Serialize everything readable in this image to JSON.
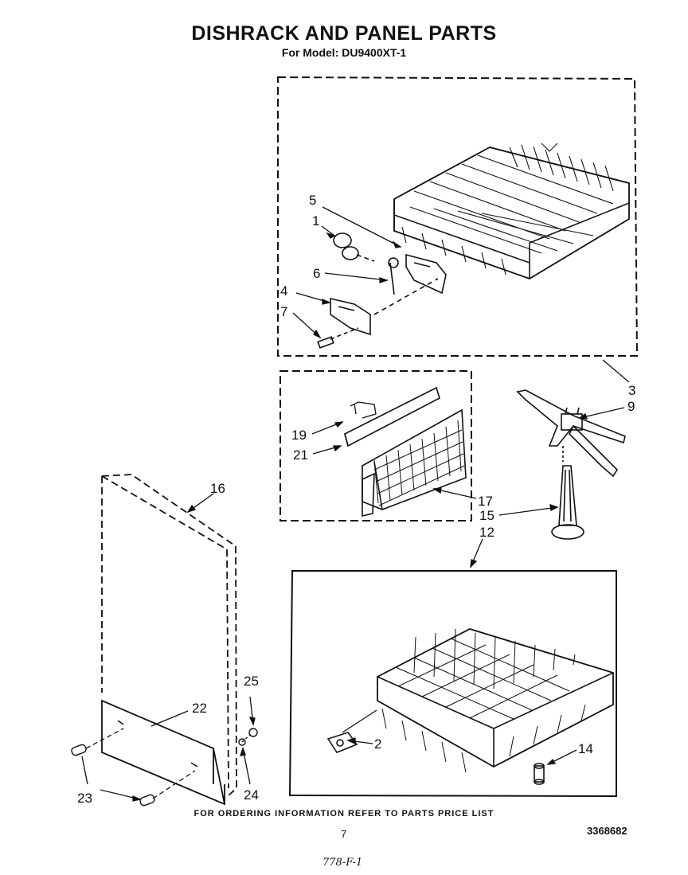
{
  "header": {
    "title": "DISHRACK AND PANEL PARTS",
    "model": "For Model: DU9400XT-1"
  },
  "footer": {
    "ordering_note": "FOR ORDERING INFORMATION REFER TO PARTS PRICE LIST",
    "page_number": "7",
    "document_number": "3368682",
    "handwritten_mark": "778-F-1"
  },
  "callouts": {
    "c1": "1",
    "c2": "2",
    "c3": "3",
    "c4": "4",
    "c5": "5",
    "c6": "6",
    "c7": "7",
    "c9": "9",
    "c12": "12",
    "c14": "14",
    "c15": "15",
    "c16": "16",
    "c17": "17",
    "c19": "19",
    "c21": "21",
    "c22": "22",
    "c23": "23",
    "c24": "24",
    "c25": "25"
  }
}
